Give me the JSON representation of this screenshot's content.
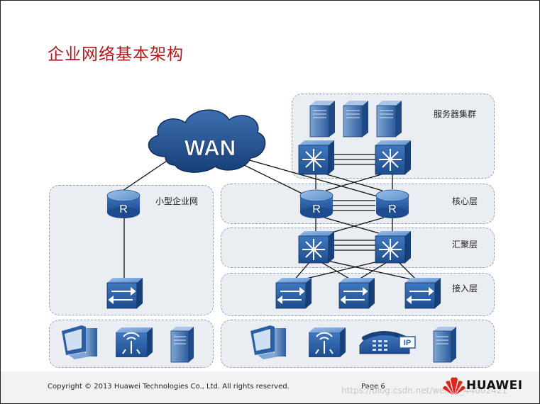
{
  "title": "企业网络基本架构",
  "labels": {
    "server_cluster": "服务器集群",
    "small_network": "小型企业网",
    "core_layer": "核心层",
    "aggregation_layer": "汇聚层",
    "access_layer": "接入层"
  },
  "wan_label": "WAN",
  "router_glyph": "R",
  "ip_phone_glyph": "IP",
  "footer": {
    "copyright": "Copyright © 2013 Huawei Technologies Co., Ltd. All rights reserved.",
    "page": "Page 6",
    "brand": "HUAWEI",
    "watermark": "https://blog.csdn.net/weixin_44002421"
  },
  "colors": {
    "title_red": "#b0191b",
    "device_blue": "#2b5fa5",
    "zone_bg": "#eaedf1",
    "brand_red": "#e2231a"
  }
}
